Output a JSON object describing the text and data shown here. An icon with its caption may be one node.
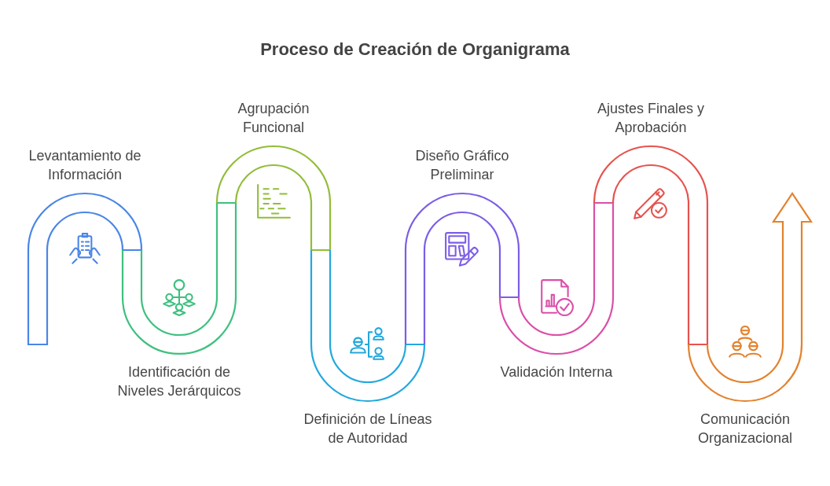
{
  "diagram": {
    "title": "Proceso de Creación de Organigrama",
    "nodes": [
      {
        "text": [
          "Levantamiento de Información"
        ]
      },
      {
        "text": [
          "Identificación de Niveles Jerárquicos"
        ]
      },
      {
        "text": [
          "Agrupación Funcional"
        ]
      },
      {
        "text": [
          "Definición de Líneas de Autoridad"
        ]
      },
      {
        "text": [
          "Diseño Gráfico Preliminar"
        ]
      },
      {
        "text": [
          "Validación Interna"
        ]
      },
      {
        "text": [
          "Ajustes Finales y Aprobación"
        ]
      },
      {
        "text": [
          "Comunicación Organizacional"
        ]
      }
    ]
  }
}
